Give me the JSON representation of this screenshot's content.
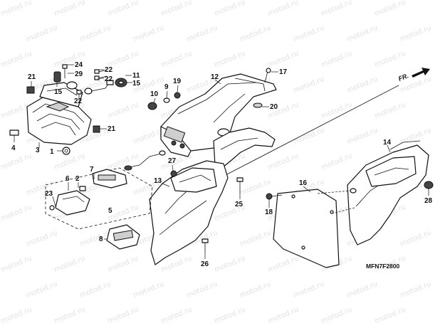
{
  "watermark_text": "motod.ru",
  "direction_label": "FR.",
  "diagram_code": "MFN7F2800",
  "callouts": [
    {
      "id": "c21a",
      "label": "21"
    },
    {
      "id": "c15a",
      "label": "15"
    },
    {
      "id": "c24",
      "label": "24"
    },
    {
      "id": "c29",
      "label": "29"
    },
    {
      "id": "c22a",
      "label": "22"
    },
    {
      "id": "c22b",
      "label": "22"
    },
    {
      "id": "c11",
      "label": "11"
    },
    {
      "id": "c15b",
      "label": "15"
    },
    {
      "id": "c22c",
      "label": "22"
    },
    {
      "id": "c21b",
      "label": "21"
    },
    {
      "id": "c4",
      "label": "4"
    },
    {
      "id": "c3",
      "label": "3"
    },
    {
      "id": "c1",
      "label": "1"
    },
    {
      "id": "c10",
      "label": "10"
    },
    {
      "id": "c9",
      "label": "9"
    },
    {
      "id": "c19",
      "label": "19"
    },
    {
      "id": "c12",
      "label": "12"
    },
    {
      "id": "c17",
      "label": "17"
    },
    {
      "id": "c20",
      "label": "20"
    },
    {
      "id": "c7",
      "label": "7"
    },
    {
      "id": "c6",
      "label": "6"
    },
    {
      "id": "c2",
      "label": "2"
    },
    {
      "id": "c23",
      "label": "23"
    },
    {
      "id": "c5",
      "label": "5"
    },
    {
      "id": "c8",
      "label": "8"
    },
    {
      "id": "c27",
      "label": "27"
    },
    {
      "id": "c13",
      "label": "13"
    },
    {
      "id": "c25",
      "label": "25"
    },
    {
      "id": "c26",
      "label": "26"
    },
    {
      "id": "c14",
      "label": "14"
    },
    {
      "id": "c16",
      "label": "16"
    },
    {
      "id": "c18",
      "label": "18"
    },
    {
      "id": "c28",
      "label": "28"
    }
  ]
}
